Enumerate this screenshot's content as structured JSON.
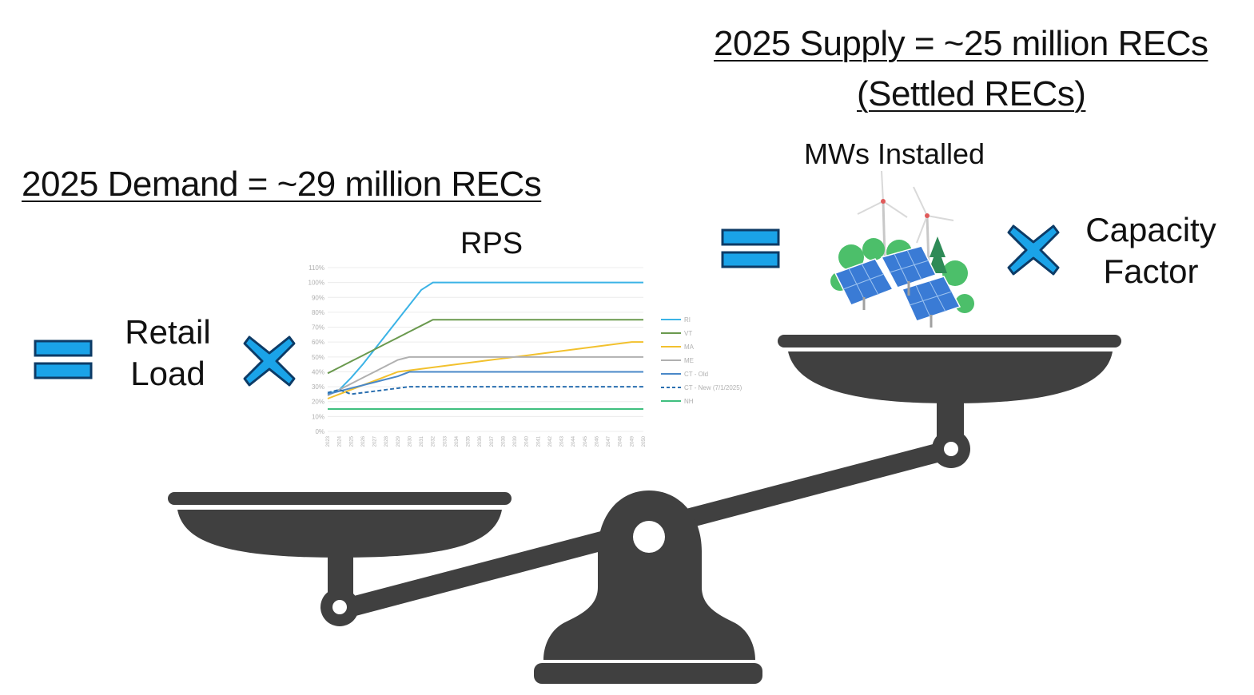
{
  "demand": {
    "title": "2025 Demand = ~29 million RECs",
    "retail_load": [
      "Retail",
      "Load"
    ],
    "rps_label": "RPS"
  },
  "supply": {
    "title_line1": "2025 Supply = ~25 million RECs",
    "title_line2": "(Settled RECs)",
    "mws_label": "MWs Installed",
    "capacity_factor": [
      "Capacity",
      "Factor"
    ]
  },
  "colors": {
    "equals_fill": "#1aa3e8",
    "equals_stroke": "#0d3b66",
    "times_fill": "#1aa3e8",
    "scale": "#404040"
  },
  "chart_data": {
    "type": "line",
    "x": [
      2023,
      2024,
      2025,
      2026,
      2027,
      2028,
      2029,
      2030,
      2031,
      2032,
      2033,
      2034,
      2035,
      2036,
      2037,
      2038,
      2039,
      2040,
      2041,
      2042,
      2043,
      2044,
      2045,
      2046,
      2047,
      2048,
      2049,
      2050
    ],
    "ylim": [
      0,
      110
    ],
    "yticks": [
      "0%",
      "10%",
      "20%",
      "30%",
      "40%",
      "50%",
      "60%",
      "70%",
      "80%",
      "90%",
      "100%",
      "110%"
    ],
    "grid": true,
    "legend_placement": "right",
    "series": [
      {
        "name": "RI",
        "color": "#3bb3e6",
        "dashed": false,
        "values": [
          25,
          28,
          36,
          45,
          55,
          65,
          75,
          85,
          95,
          100,
          100,
          100,
          100,
          100,
          100,
          100,
          100,
          100,
          100,
          100,
          100,
          100,
          100,
          100,
          100,
          100,
          100,
          100
        ]
      },
      {
        "name": "VT",
        "color": "#6a994e",
        "dashed": false,
        "values": [
          39,
          43,
          47,
          51,
          55,
          59,
          63,
          67,
          71,
          75,
          75,
          75,
          75,
          75,
          75,
          75,
          75,
          75,
          75,
          75,
          75,
          75,
          75,
          75,
          75,
          75,
          75,
          75
        ]
      },
      {
        "name": "MA",
        "color": "#f2c12e",
        "dashed": false,
        "values": [
          22,
          25,
          28,
          31,
          34,
          37,
          40,
          41,
          42,
          43,
          44,
          45,
          46,
          47,
          48,
          49,
          50,
          51,
          52,
          53,
          54,
          55,
          56,
          57,
          58,
          59,
          60,
          60
        ]
      },
      {
        "name": "ME",
        "color": "#b0b0b0",
        "dashed": false,
        "values": [
          24,
          28,
          32,
          36,
          40,
          44,
          48,
          50,
          50,
          50,
          50,
          50,
          50,
          50,
          50,
          50,
          50,
          50,
          50,
          50,
          50,
          50,
          50,
          50,
          50,
          50,
          50,
          50
        ]
      },
      {
        "name": "CT - Old",
        "color": "#4a88c8",
        "dashed": false,
        "values": [
          25,
          27,
          29,
          31,
          33,
          35,
          37,
          40,
          40,
          40,
          40,
          40,
          40,
          40,
          40,
          40,
          40,
          40,
          40,
          40,
          40,
          40,
          40,
          40,
          40,
          40,
          40,
          40
        ]
      },
      {
        "name": "CT - New (7/1/2025)",
        "color": "#2a6fb0",
        "dashed": true,
        "values": [
          26,
          28,
          25,
          26,
          27,
          28,
          29,
          30,
          30,
          30,
          30,
          30,
          30,
          30,
          30,
          30,
          30,
          30,
          30,
          30,
          30,
          30,
          30,
          30,
          30,
          30,
          30,
          30
        ]
      },
      {
        "name": "NH",
        "color": "#3fbf7f",
        "dashed": false,
        "values": [
          15,
          15,
          15,
          15,
          15,
          15,
          15,
          15,
          15,
          15,
          15,
          15,
          15,
          15,
          15,
          15,
          15,
          15,
          15,
          15,
          15,
          15,
          15,
          15,
          15,
          15,
          15,
          15
        ]
      }
    ]
  }
}
